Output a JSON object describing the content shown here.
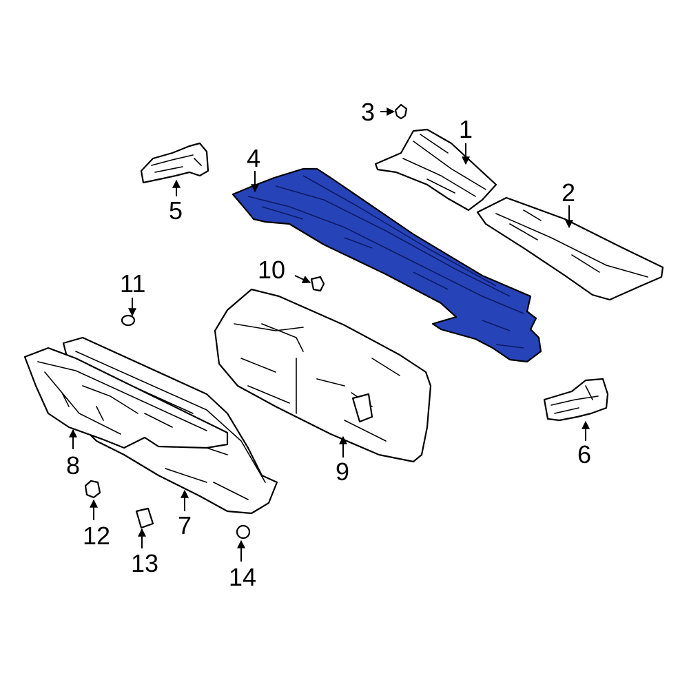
{
  "diagram": {
    "highlight_color": "#2743b8",
    "callouts": [
      "1",
      "2",
      "3",
      "4",
      "5",
      "6",
      "7",
      "8",
      "9",
      "10",
      "11",
      "12",
      "13",
      "14"
    ]
  }
}
